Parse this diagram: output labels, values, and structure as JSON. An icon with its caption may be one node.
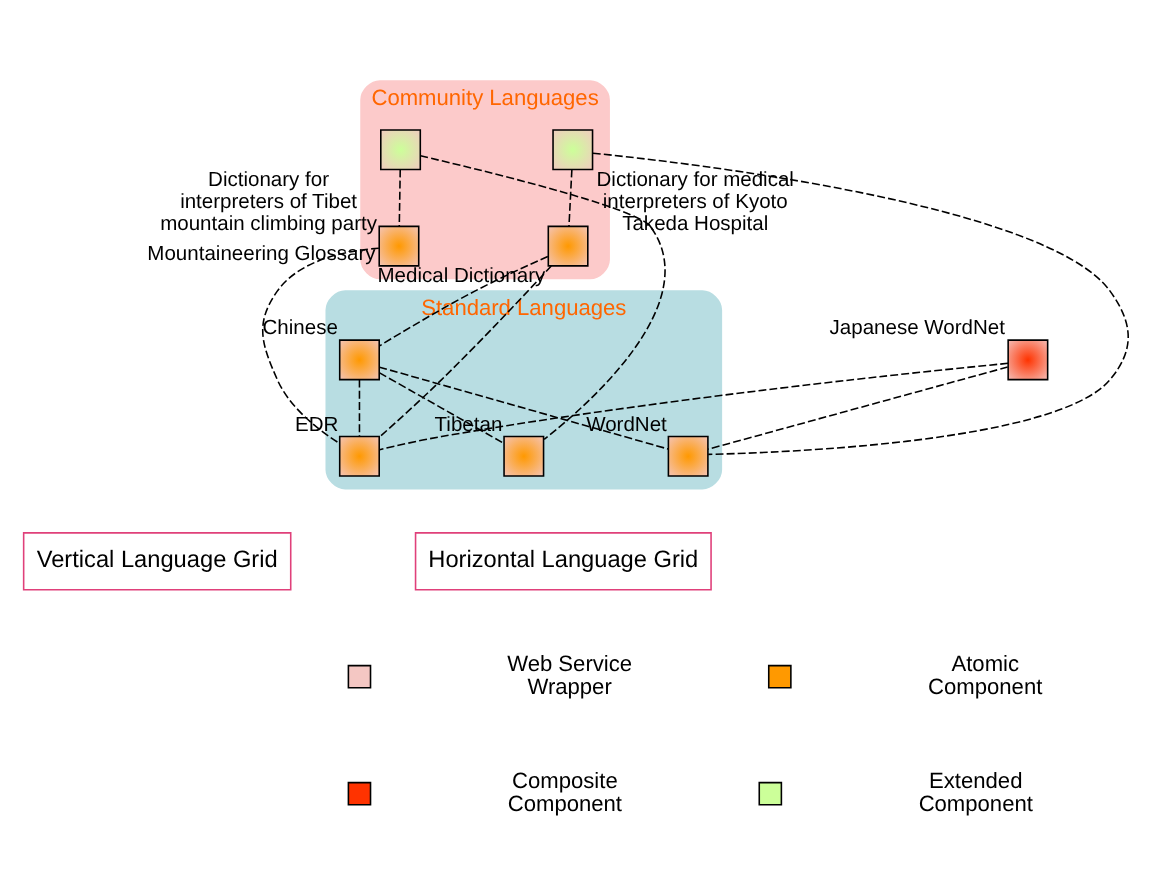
{
  "diagram": {
    "nodes": [
      {
        "text": [
          "Community Languages"
        ]
      },
      {
        "text": [],
        "shape": "box",
        "in": 0,
        "beside": [
          "Dictionary for interpreters of Tibet mountain climbing party"
        ]
      },
      {
        "text": [],
        "shape": "box",
        "in": 0,
        "beside": [
          "Dictionary for medical interpreters of Kyoto Takeda Hospital"
        ]
      },
      {
        "text": [],
        "shape": "box",
        "in": 0,
        "beside": [
          "Mountaineering Glossary"
        ]
      },
      {
        "text": [],
        "shape": "box",
        "in": 0,
        "beside": [
          "Medical Dictionary"
        ]
      },
      {
        "text": [],
        "shape": "box",
        "beside": [
          "Japanese WordNet"
        ]
      },
      {
        "text": [
          "Standard Languages"
        ]
      },
      {
        "text": [],
        "shape": "box",
        "in": 6,
        "beside": [
          "Chinese"
        ]
      },
      {
        "text": [],
        "shape": "box",
        "in": 6,
        "beside": [
          "WordNet"
        ]
      },
      {
        "text": [],
        "shape": "box",
        "in": 6,
        "beside": [
          "Tibetan"
        ]
      },
      {
        "text": [],
        "shape": "box",
        "in": 6,
        "beside": [
          "EDR"
        ]
      },
      {
        "text": [
          "Vertical Language Grid"
        ]
      },
      {
        "text": [
          "Horizontal Language Grid"
        ]
      }
    ],
    "edges": [
      {
        "from": 1,
        "to": 9,
        "arrow": "none",
        "style": "dashed"
      },
      {
        "from": 1,
        "to": 3,
        "arrow": "none",
        "style": "dashed"
      },
      {
        "from": 2,
        "to": 4,
        "arrow": "none",
        "style": "dashed"
      },
      {
        "from": 2,
        "to": 8,
        "arrow": "none",
        "style": "dashed"
      },
      {
        "from": 3,
        "to": 10,
        "arrow": "none",
        "style": "dashed"
      },
      {
        "from": 4,
        "to": 7,
        "arrow": "none",
        "style": "dashed"
      },
      {
        "from": 4,
        "to": 10,
        "arrow": "none",
        "style": "dashed"
      },
      {
        "from": 5,
        "to": 10,
        "arrow": "none",
        "style": "dashed"
      },
      {
        "from": 5,
        "to": 8,
        "arrow": "none",
        "style": "dashed"
      },
      {
        "from": 7,
        "to": 8,
        "arrow": "none",
        "style": "dashed"
      },
      {
        "from": 7,
        "to": 9,
        "arrow": "none",
        "style": "dashed"
      },
      {
        "from": 7,
        "to": 10,
        "arrow": "none",
        "style": "dashed"
      }
    ],
    "legend": [
      {
        "text": "Web Service Wrapper",
        "color": "#f4c7c3"
      },
      {
        "text": "Atomic Component",
        "color": "#ff9900"
      },
      {
        "text": "Composite Component",
        "color": "#ff3300"
      },
      {
        "text": "Extended Component",
        "color": "#ccff99"
      }
    ]
  }
}
